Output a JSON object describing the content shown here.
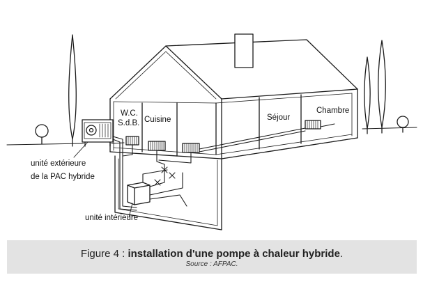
{
  "rooms": {
    "wc": "W.C.",
    "sdb": "S.d.B.",
    "cuisine": "Cuisine",
    "sejour": "Séjour",
    "chambre": "Chambre"
  },
  "callouts": {
    "outdoor_unit_line1": "unité extérieure",
    "outdoor_unit_line2": "de la PAC hybride",
    "indoor_unit": "unité intérieure"
  },
  "caption": {
    "prefix": "Figure 4 : ",
    "title": "installation d'une pompe à chaleur hybride",
    "suffix": ".",
    "source": "Source : AFPAC."
  }
}
